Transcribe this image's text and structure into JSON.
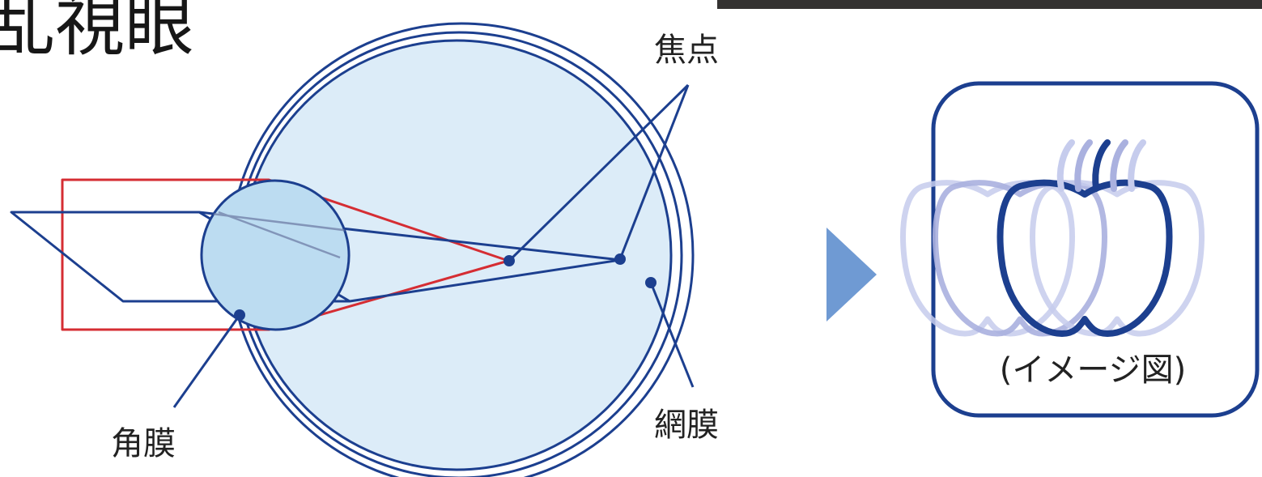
{
  "title": "乱視眼",
  "labels": {
    "focus": "焦点",
    "cornea": "角膜",
    "retina": "網膜"
  },
  "image_caption": "(イメージ図)",
  "colors": {
    "eye_fill": "#dcecf8",
    "cornea_fill": "#bcdcf1",
    "outline": "#1c3f8f",
    "ray_red": "#d52d33",
    "arrow": "#6f9ad3",
    "frame_border": "#1c3f8f",
    "title_text": "#171717",
    "dark_band": "#343231"
  },
  "icons": {
    "arrow": "right-triangle-arrow-icon",
    "apple": "blurred-apple-icon"
  }
}
